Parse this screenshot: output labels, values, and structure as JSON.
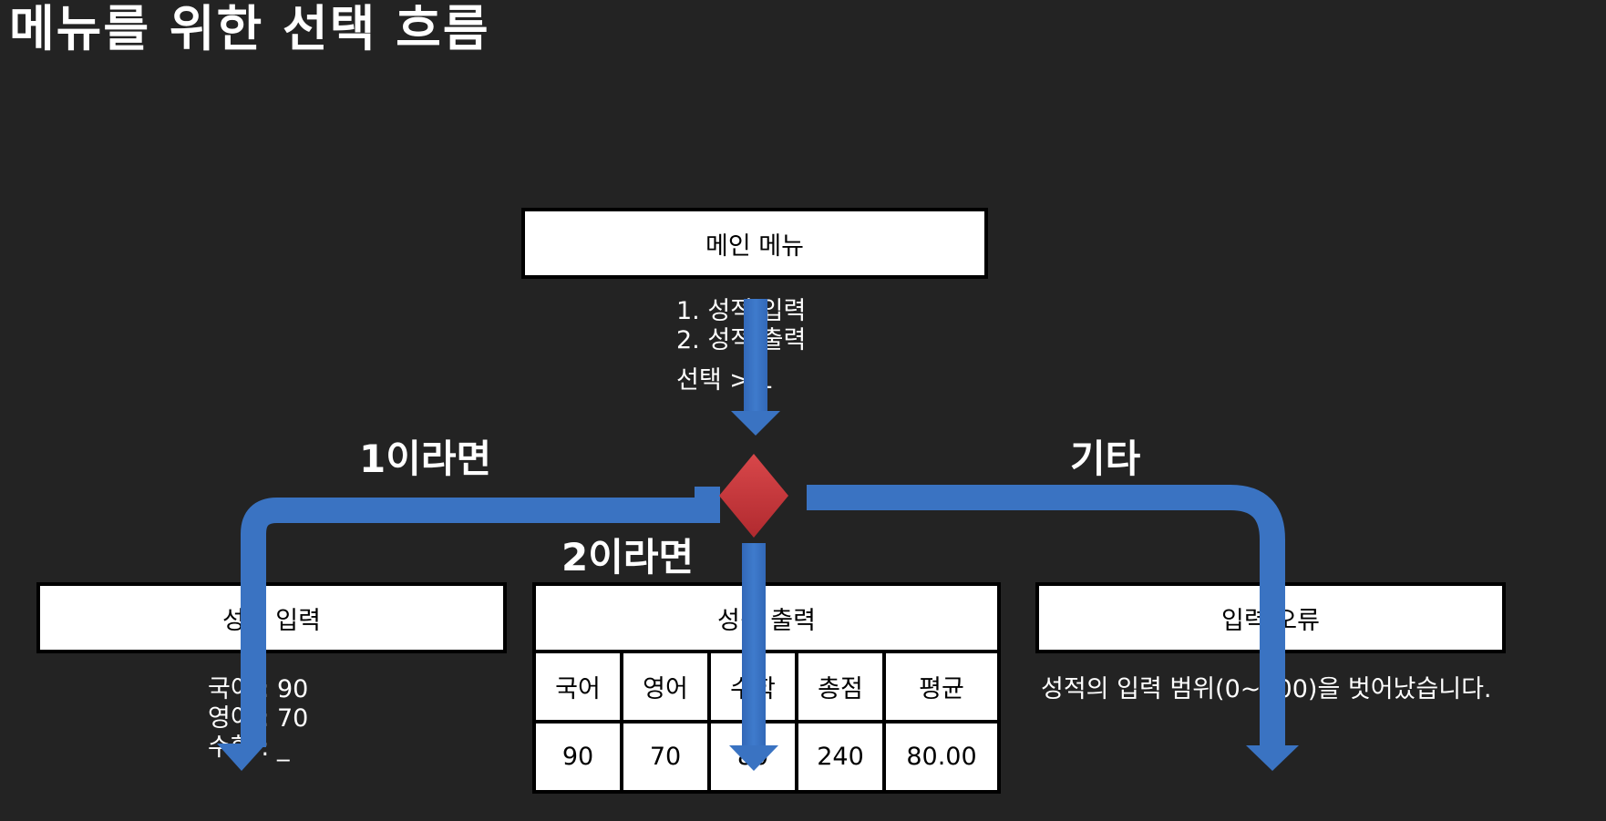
{
  "page_title": "메뉴를 위한 선택 흐름",
  "main_menu": {
    "label": "메인 메뉴",
    "options": [
      "1. 성적 입력",
      "2. 성적 출력"
    ],
    "prompt": "선택 > 1"
  },
  "branches": {
    "left_label": "1이라면",
    "center_label": "2이라면",
    "right_label": "기타"
  },
  "score_input": {
    "label": "성적 입력",
    "lines": [
      "국어 : 90",
      "영어 : 70",
      "수학 : _"
    ]
  },
  "score_output": {
    "label": "성적 출력",
    "headers": [
      "국어",
      "영어",
      "수학",
      "총점",
      "평균"
    ],
    "values": [
      "90",
      "70",
      "80",
      "240",
      "80.00"
    ]
  },
  "input_error": {
    "label": "입력 오류",
    "message": "성적의 입력 범위(0~100)을 벗어났습니다."
  },
  "colors": {
    "background": "#232323",
    "arrow": "#3a73c2",
    "decision": "#c8363a"
  }
}
